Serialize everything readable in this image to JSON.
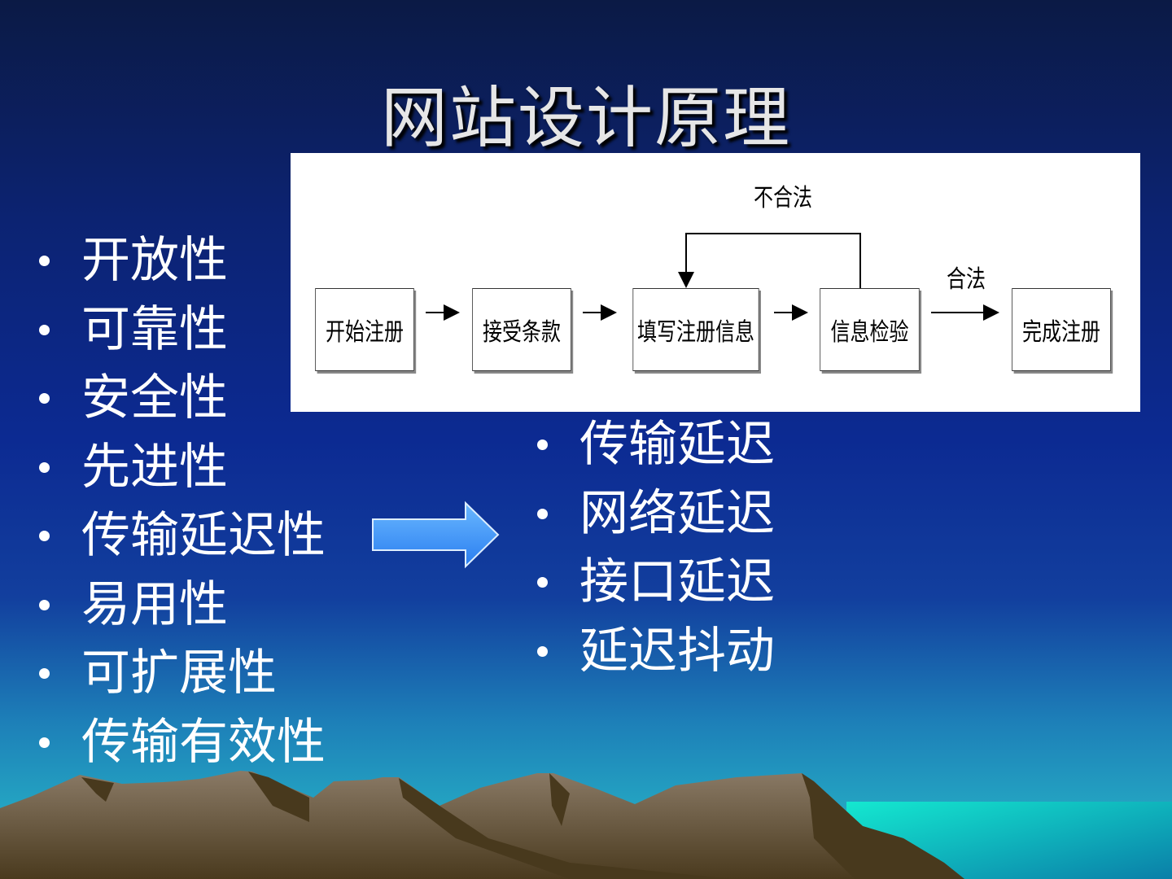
{
  "title": "网站设计原理",
  "left_list": [
    "开放性",
    "可靠性",
    "安全性",
    "先进性",
    "传输延迟性",
    "易用性",
    "可扩展性",
    "传输有效性"
  ],
  "right_list": [
    "传输延迟",
    "网络延迟",
    "接口延迟",
    "延迟抖动"
  ],
  "diagram": {
    "steps": [
      "开始注册",
      "接受条款",
      "填写注册信息",
      "信息检验",
      "完成注册"
    ],
    "invalid_label": "不合法",
    "valid_label": "合法"
  }
}
